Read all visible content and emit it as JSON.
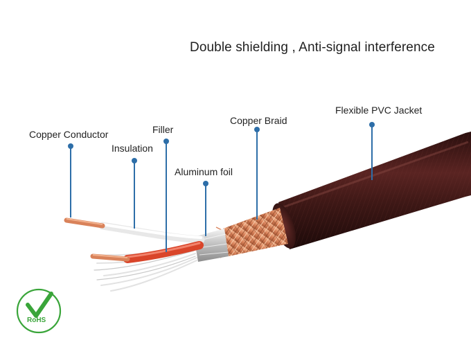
{
  "title": "Double shielding , Anti-signal interference",
  "labels": {
    "copper_conductor": "Copper Conductor",
    "insulation": "Insulation",
    "filler": "Filler",
    "aluminum_foil": "Aluminum foil",
    "copper_braid": "Copper Braid",
    "pvc_jacket": "Flexible PVC Jacket"
  },
  "badge": {
    "text": "RoHS",
    "color": "#3aa53a"
  },
  "colors": {
    "pointer": "#2d6ea8",
    "jacket": "#4a1c1a",
    "copper": "#d9825a",
    "red_insulation": "#d9452a"
  }
}
